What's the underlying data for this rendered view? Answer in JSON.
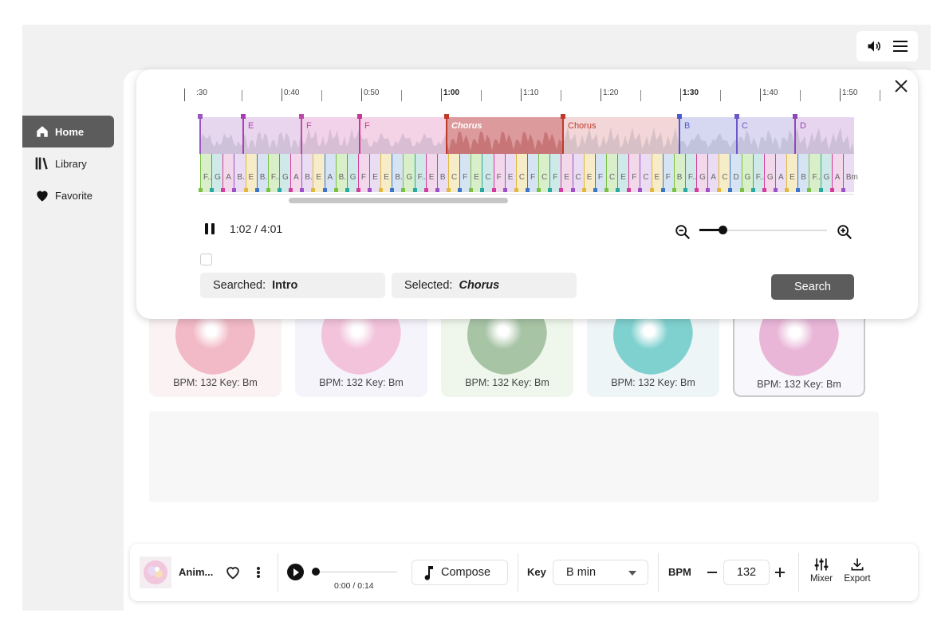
{
  "sidebar": {
    "items": [
      {
        "label": "Home",
        "icon": "home-icon",
        "active": true
      },
      {
        "label": "Library",
        "icon": "library-icon",
        "active": false
      },
      {
        "label": "Favorite",
        "icon": "heart-icon",
        "active": false
      }
    ]
  },
  "topbar": {
    "icons": [
      "volume-icon",
      "menu-icon"
    ]
  },
  "cards": [
    {
      "meta": "BPM: 132 Key: Bm",
      "bg": "#fbf3f3",
      "art": "#f2b9c6"
    },
    {
      "meta": "BPM: 132 Key: Bm",
      "bg": "#f6f4fb",
      "art": "#f3c3dc"
    },
    {
      "meta": "BPM: 132 Key: Bm",
      "bg": "#eff7ec",
      "art": "#a7c4a5"
    },
    {
      "meta": "BPM: 132 Key: Bm",
      "bg": "#eef5f7",
      "art": "#7fd1cf"
    },
    {
      "meta": "BPM: 132 Key: Bm",
      "bg": "#f8f7fb",
      "art": "#e9b6d8"
    }
  ],
  "timeline": {
    "ticks": [
      {
        "label": ":30",
        "bold": false
      },
      {
        "label": "0:40",
        "bold": false
      },
      {
        "label": "0:50",
        "bold": false
      },
      {
        "label": "1:00",
        "bold": true
      },
      {
        "label": "1:10",
        "bold": false
      },
      {
        "label": "1:20",
        "bold": false
      },
      {
        "label": "1:30",
        "bold": true
      },
      {
        "label": "1:40",
        "bold": false
      },
      {
        "label": "1:50",
        "bold": false
      }
    ],
    "sections": [
      {
        "label": "",
        "color": "#e6d7ef",
        "marker": "#9b57c0"
      },
      {
        "label": "E",
        "color": "#ead5ee",
        "marker": "#a83fb5"
      },
      {
        "label": "F",
        "color": "#f2d2ea",
        "marker": "#c046a8"
      },
      {
        "label": "F",
        "color": "#f5d3e7",
        "marker": "#c7399a"
      },
      {
        "label": "Chorus",
        "color": "#dc9a9c",
        "marker": "#c0392b",
        "italic": true,
        "selected": true
      },
      {
        "label": "Chorus",
        "color": "#f3d6d7",
        "marker": "#c0392b"
      },
      {
        "label": "B",
        "color": "#d6d8f1",
        "marker": "#4c5bd4"
      },
      {
        "label": "C",
        "color": "#dcd8f2",
        "marker": "#6b57c7"
      },
      {
        "label": "D",
        "color": "#e7d4ee",
        "marker": "#9048b5"
      }
    ],
    "beats": [
      "F...",
      "G",
      "A",
      "B.",
      "E",
      "B.",
      "F...",
      "G",
      "A",
      "B.",
      "E",
      "A",
      "B.",
      "G",
      "F",
      "E",
      "E",
      "B.",
      "G",
      "F...",
      "E",
      "B",
      "C",
      "F",
      "E",
      "C",
      "F",
      "E",
      "C",
      "F",
      "C",
      "F",
      "E",
      "C",
      "E",
      "F",
      "C",
      "E",
      "F",
      "C",
      "E",
      "F",
      "B",
      "F...",
      "G",
      "A",
      "C",
      "D",
      "G",
      "F...",
      "G",
      "A",
      "E",
      "B",
      "F...",
      "G",
      "A",
      "Bm"
    ]
  },
  "transport": {
    "time": "1:02 / 4:01",
    "zoom_level": 0.18
  },
  "search": {
    "searched_label": "Searched:",
    "searched_value": "Intro",
    "selected_label": "Selected:",
    "selected_value": "Chorus",
    "button": "Search"
  },
  "player": {
    "title": "Anim...",
    "time": "0:00 / 0:14",
    "progress": 0,
    "compose": "Compose",
    "key_label": "Key",
    "key_value": "B min",
    "bpm_label": "BPM",
    "bpm_value": "132",
    "mixer": "Mixer",
    "export": "Export"
  }
}
